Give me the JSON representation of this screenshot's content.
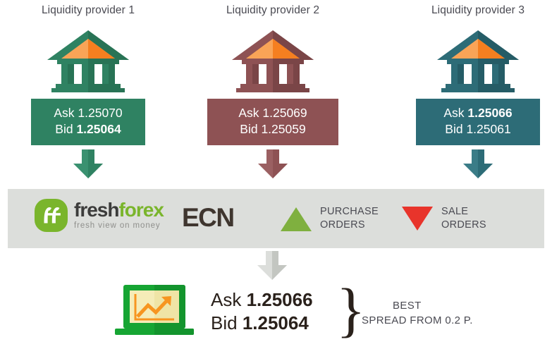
{
  "providers": [
    {
      "title": "Liquidity provider 1",
      "color": "#2f8262",
      "color_dark": "#246e52",
      "ask_label": "Ask",
      "ask_value": "1.25070",
      "ask_bold": false,
      "bid_label": "Bid",
      "bid_value": "1.25064",
      "bid_bold": true
    },
    {
      "title": "Liquidity provider 2",
      "color": "#8e5254",
      "color_dark": "#7a4547",
      "ask_label": "Ask",
      "ask_value": "1.25069",
      "ask_bold": false,
      "bid_label": "Bid",
      "bid_value": "1.25059",
      "bid_bold": false
    },
    {
      "title": "Liquidity provider 3",
      "color": "#2d6c77",
      "color_dark": "#255c66",
      "ask_label": "Ask",
      "ask_value": "1.25066",
      "ask_bold": true,
      "bid_label": "Bid",
      "bid_value": "1.25061",
      "bid_bold": false
    }
  ],
  "band": {
    "background": "#dcdedb",
    "brand": {
      "mark_icon": "freshforex-ff-mark-icon",
      "name_first": "fresh",
      "name_second": "forex",
      "tagline": "fresh view on money",
      "brand_green": "#7ab52c",
      "brand_dark": "#3c3c3b"
    },
    "ecn_label": "ECN",
    "legend": [
      {
        "icon": "triangle-up-icon",
        "color": "#7fb03f",
        "line1": "PURCHASE",
        "line2": "ORDERS"
      },
      {
        "icon": "triangle-down-icon",
        "color": "#e8342b",
        "line1": "SALE",
        "line2": "ORDERS"
      }
    ]
  },
  "flow": {
    "down_arrow_icon": "arrow-down-icon",
    "gray_arrow_color": "#c3c6c1"
  },
  "result": {
    "terminal_icon": "laptop-chart-icon",
    "ask_label": "Ask",
    "ask_value": "1.25066",
    "bid_label": "Bid",
    "bid_value": "1.25064",
    "brace": "}",
    "best_line": "BEST",
    "spread_line": "SPREAD FROM 0.2 P."
  }
}
